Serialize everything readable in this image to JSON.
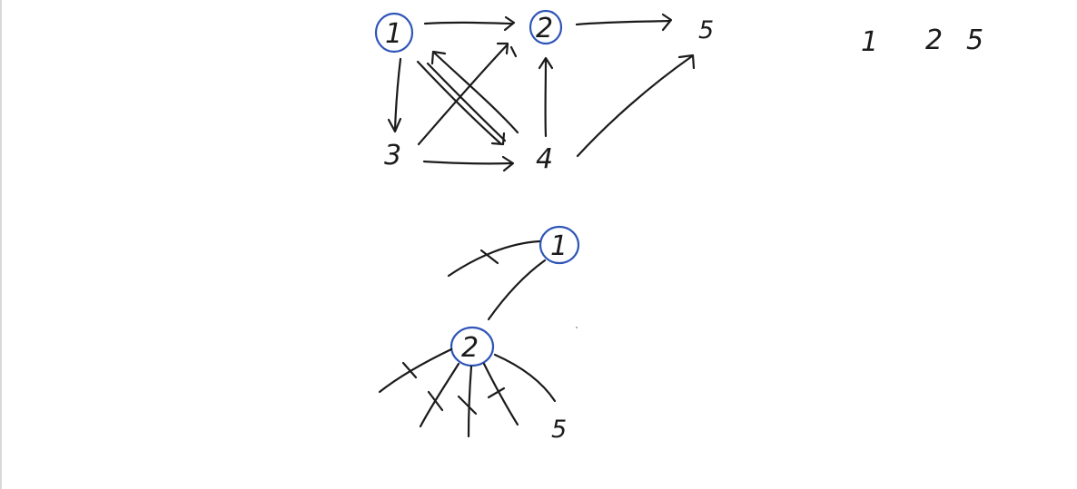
{
  "graph": {
    "nodes": [
      {
        "id": "1",
        "label": "1",
        "circled": true
      },
      {
        "id": "2",
        "label": "2",
        "circled": true
      },
      {
        "id": "5",
        "label": "5",
        "circled": false
      },
      {
        "id": "3",
        "label": "3",
        "circled": false
      },
      {
        "id": "4",
        "label": "4",
        "circled": false
      }
    ]
  },
  "result_sequence": [
    "1",
    "2",
    "5"
  ],
  "tree": {
    "nodes": [
      {
        "id": "1",
        "label": "1",
        "circled": true
      },
      {
        "id": "2",
        "label": "2",
        "circled": true
      },
      {
        "id": "5",
        "label": "5",
        "circled": false
      }
    ]
  },
  "colors": {
    "ink": "#1b1b1b",
    "circle": "#2f55b8",
    "background": "#ffffff"
  }
}
